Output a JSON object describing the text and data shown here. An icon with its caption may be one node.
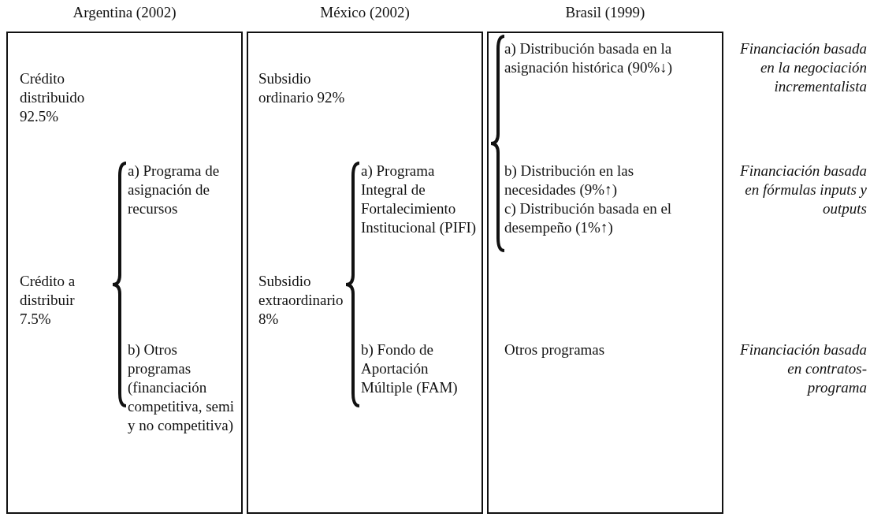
{
  "diagram": {
    "nodes": [
      {
        "text": [
          "Argentina (2002)"
        ]
      },
      {
        "text": [
          "México (2002)"
        ]
      },
      {
        "text": [
          "Brasil (1999)"
        ]
      }
    ],
    "labels": [
      "Crédito distribuido 92.5%",
      "Subsidio ordinario 92%",
      "a) Distribución basada en la asignación histórica (90%↓)",
      "Financiación basada en la negociación incrementalista",
      "a) Programa de asignación de recursos",
      "a) Programa Integral de Fortalecimiento Institucional (PIFI)",
      "b) Distribución en las necesidades (9%↑)",
      "Financiación basada en fórmulas inputs y outputs",
      "c) Distribución basada en el desempeño (1%↑)",
      "Crédito a distribuir 7.5%",
      "Subsidio extraordinario 8%",
      "b) Otros programas (financiación competitiva, semi y no competitiva)",
      "b) Fondo de Aportación Múltiple (FAM)",
      "Otros programas",
      "Financiación basada en contratos-programa"
    ]
  }
}
